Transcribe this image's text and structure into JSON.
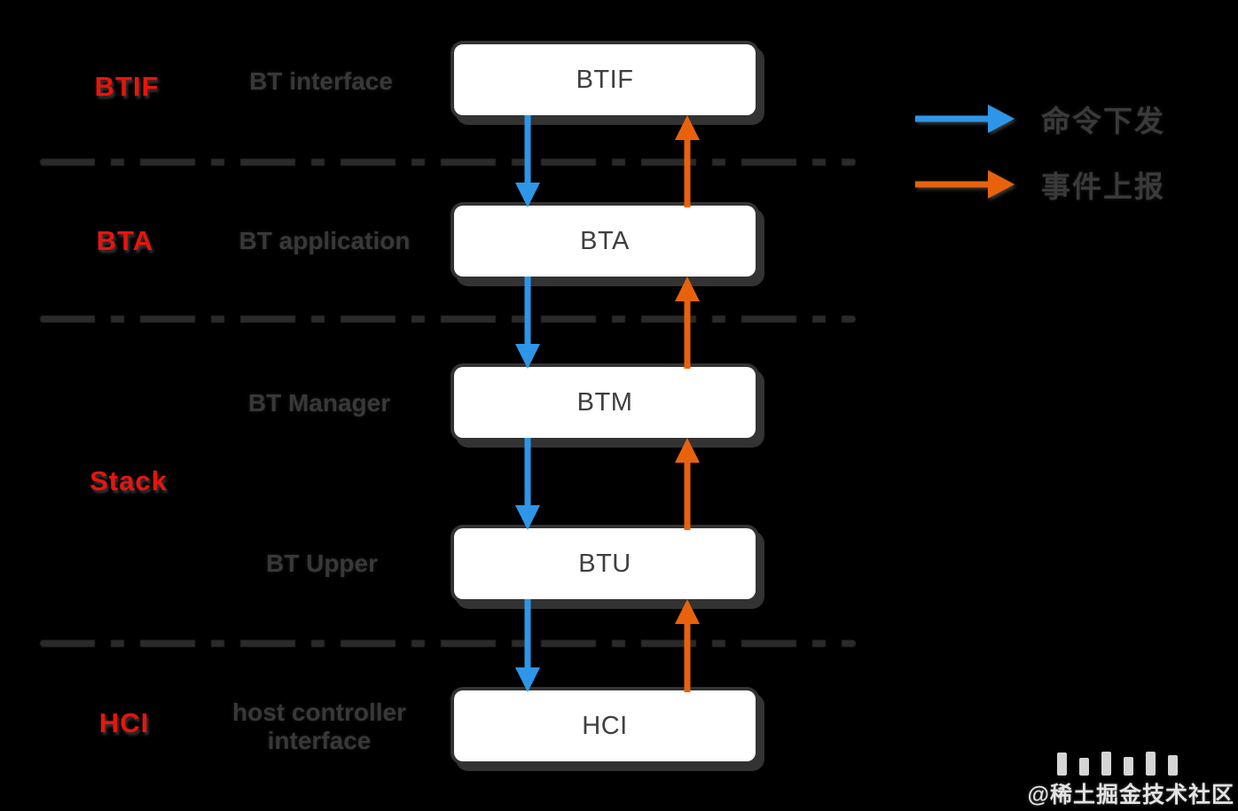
{
  "colors": {
    "background": "#000000",
    "box_fill": "#ffffff",
    "box_frame": "#333333",
    "down_arrow_blue": "#2e96e8",
    "up_arrow_orange": "#e8620c",
    "red_label": "#ea140c",
    "gray_label": "#383838",
    "divider": "#2a2a2a"
  },
  "stack": {
    "boxes": [
      {
        "label": "BTIF"
      },
      {
        "label": "BTA"
      },
      {
        "label": "BTM"
      },
      {
        "label": "BTU"
      },
      {
        "label": "HCI"
      }
    ],
    "red_labels": [
      {
        "text": "BTIF"
      },
      {
        "text": "BTA"
      },
      {
        "text": "Stack"
      },
      {
        "text": "HCI"
      }
    ],
    "gray_labels": [
      {
        "text": "BT interface"
      },
      {
        "text": "BT application"
      },
      {
        "text": "BT Manager"
      },
      {
        "text": "BT Upper"
      },
      {
        "text": "host controller\ninterface"
      }
    ]
  },
  "legend": {
    "items": [
      {
        "direction": "down",
        "color": "#2e96e8",
        "label": "命令下发"
      },
      {
        "direction": "up",
        "color": "#e8620c",
        "label": "事件上报"
      }
    ]
  },
  "watermark": {
    "text": "@稀土掘金技术社区"
  }
}
